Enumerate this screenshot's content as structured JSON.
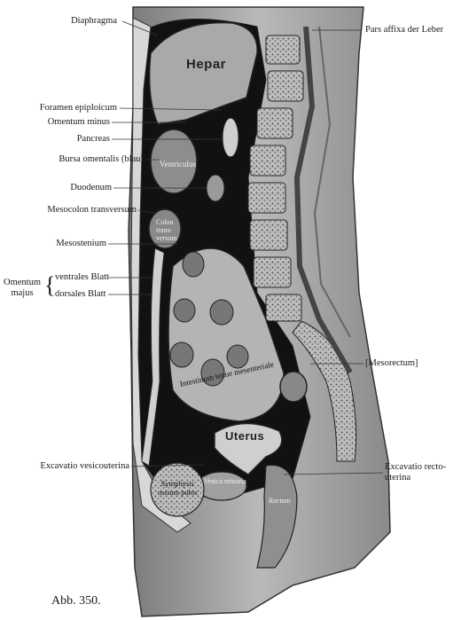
{
  "labels_left": [
    {
      "key": "diaphragma",
      "text": "Diaphragma"
    },
    {
      "key": "foramen",
      "text": "Foramen epiploicum"
    },
    {
      "key": "omentum_minus",
      "text": "Omentum minus"
    },
    {
      "key": "pancreas",
      "text": "Pancreas"
    },
    {
      "key": "bursa",
      "text": "Bursa omentalis (blau)"
    },
    {
      "key": "duodenum",
      "text": "Duodenum"
    },
    {
      "key": "mesocolon",
      "text": "Mesocolon transversum"
    },
    {
      "key": "mesostenium",
      "text": "Mesostenium"
    },
    {
      "key": "omentum_majus",
      "text": "Omentum\nmajus"
    },
    {
      "key": "ventrales",
      "text": "ventrales Blatt"
    },
    {
      "key": "dorsales",
      "text": "dorsales Blatt"
    },
    {
      "key": "excavatio_vesico",
      "text": "Excavatio vesicouterina"
    }
  ],
  "labels_right": [
    {
      "key": "pars_affixa",
      "text": "Pars affixa der Leber"
    },
    {
      "key": "mesorectum",
      "text": "[Mesorectum]"
    },
    {
      "key": "excavatio_recto",
      "text": "Excavatio recto-\nuterina"
    }
  ],
  "inner_labels": {
    "hepar": "Hepar",
    "ventriculus": "Ventriculus",
    "colon": "Colon\ntrans-\nversum",
    "intestinum": "Intestinum tenue mesenteriale",
    "uterus": "Uterus",
    "symphysis": "Symphysis\nossium pubis",
    "vesica": "Vesica urinaria",
    "rectum": "Rectum"
  },
  "caption": "Abb. 350."
}
